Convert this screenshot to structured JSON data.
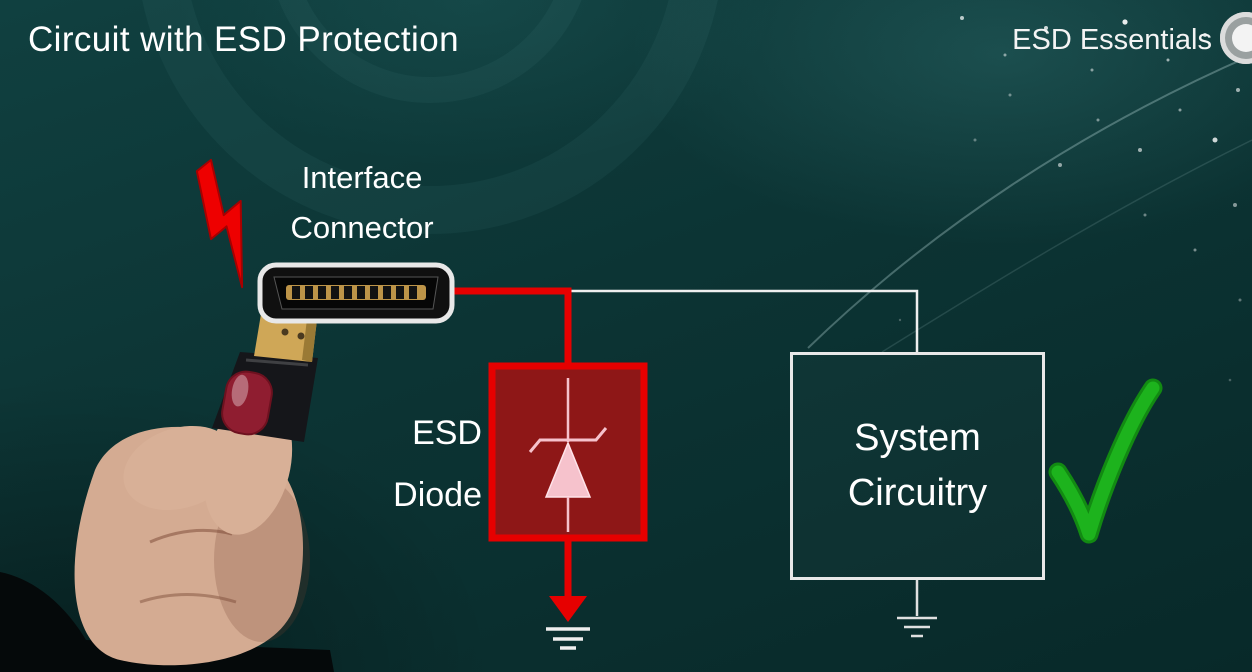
{
  "slide": {
    "title": "Circuit with ESD Protection",
    "brand": "ESD Essentials"
  },
  "diagram": {
    "interface_connector": {
      "line1": "Interface",
      "line2": "Connector"
    },
    "esd_diode": {
      "line1": "ESD",
      "line2": "Diode"
    },
    "system_circuitry": {
      "line1": "System",
      "line2": "Circuitry"
    }
  },
  "icons": {
    "lightning_bolt": "red ESD strike bolt",
    "checkmark": "green approval check",
    "ground": "earth ground symbol",
    "zener_diode": "zener diode symbol inside protection box",
    "brand_logo": "white circular logo badge at right edge",
    "hand_connector": "photo of hand holding HDMI connector at interface port"
  },
  "colors": {
    "background": "#0c3434",
    "accent_red": "#e60000",
    "diode_fill": "#8e1717",
    "diode_symbol_pink": "#f6c2cc",
    "wire_white": "#efefef",
    "check_green": "#1db31d",
    "text": "#ffffff"
  }
}
